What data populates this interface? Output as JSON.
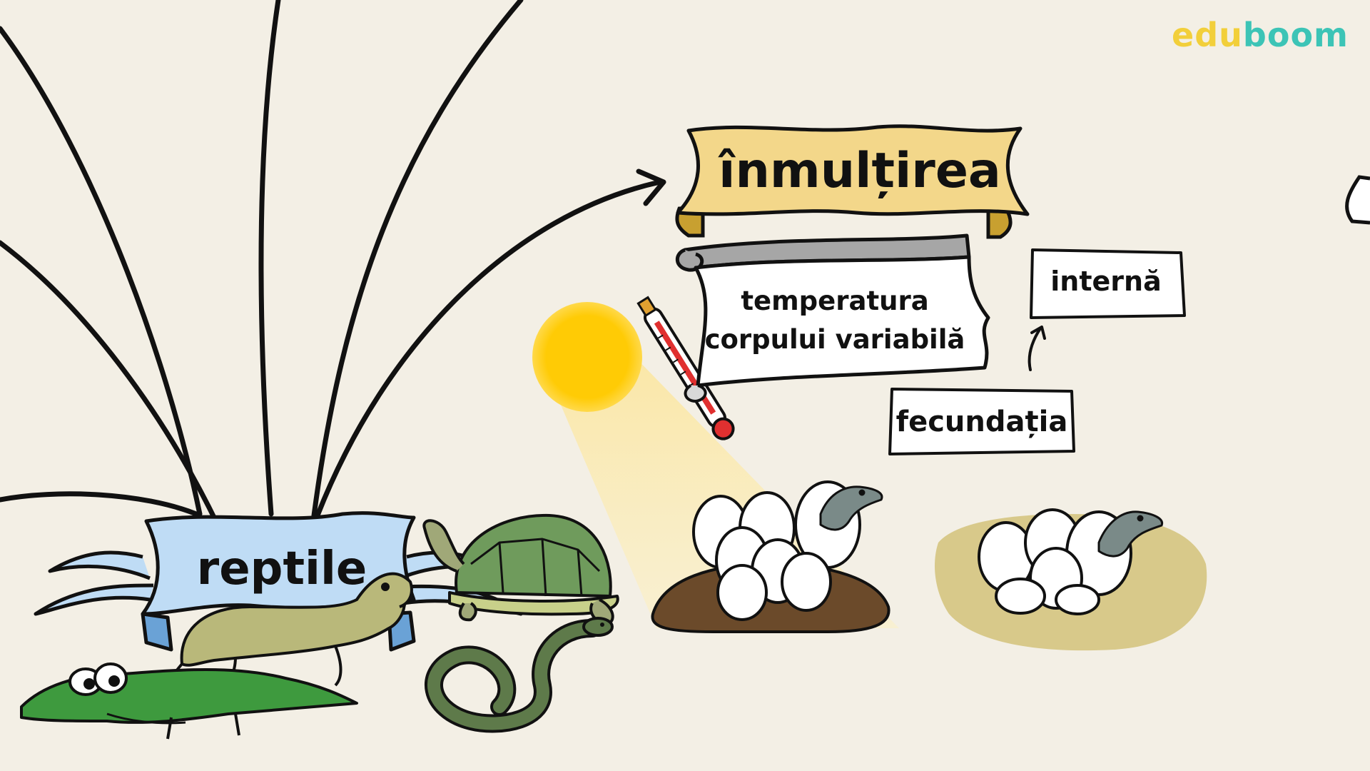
{
  "logo": {
    "part1": "edu",
    "part2": "boom"
  },
  "title": "înmulțirea",
  "temperature": {
    "line1": "temperatura",
    "line2": "corpului variabilă"
  },
  "internal": "internă",
  "fertilization": "fecundația",
  "center": "reptile",
  "colors": {
    "background": "#f3efe5",
    "logo_yellow": "#f2cf3a",
    "logo_teal": "#3cc4b6",
    "title_scroll": "#f3d78a",
    "reptile_ribbon": "#bfdcf5",
    "sun": "#ffcb05"
  },
  "icons": [
    "sun-icon",
    "thermometer-icon",
    "turtle-icon",
    "lizard-icon",
    "crocodile-icon",
    "snake-icon",
    "egg-nest-icon",
    "hatchling-icon"
  ]
}
